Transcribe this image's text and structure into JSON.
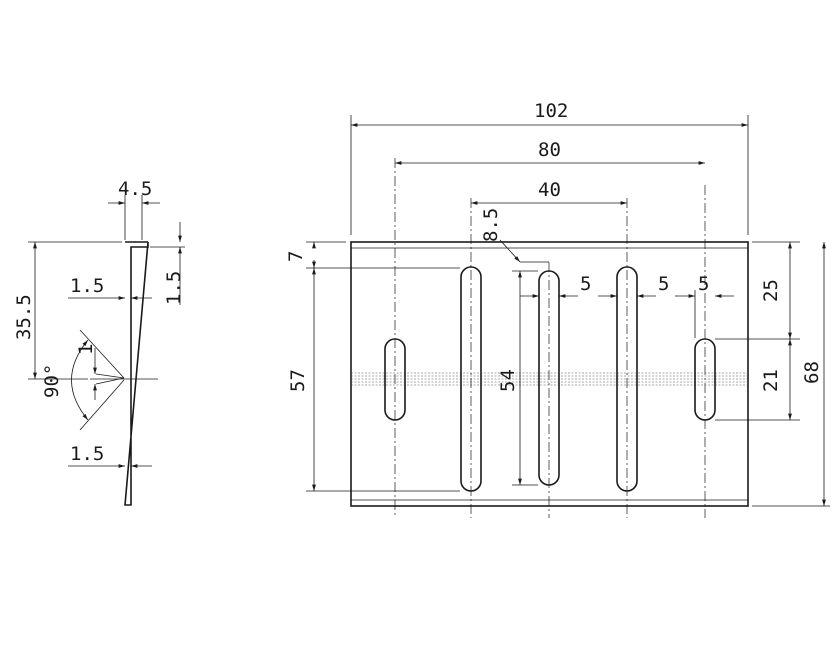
{
  "side_view": {
    "dim_top_width": "4.5",
    "dim_height": "35.5",
    "dim_lip": "1.5",
    "dim_thickness_upper": "1.5",
    "dim_thickness_lower": "1.5",
    "dim_notch_depth": "1",
    "dim_angle": "90°"
  },
  "front_view": {
    "dim_overall_width": "102",
    "dim_outer_slot_pitch": "80",
    "dim_inner_slot_pitch": "40",
    "dim_slot_offset": "8.5",
    "dim_slot_width_a": "5",
    "dim_slot_width_b": "5",
    "dim_slot_width_c": "5",
    "dim_top_margin": "7",
    "dim_long_slot_length": "57",
    "dim_mid_slot_length": "54",
    "dim_slot_top": "25",
    "dim_short_slot_length": "21",
    "dim_overall_height": "68"
  }
}
